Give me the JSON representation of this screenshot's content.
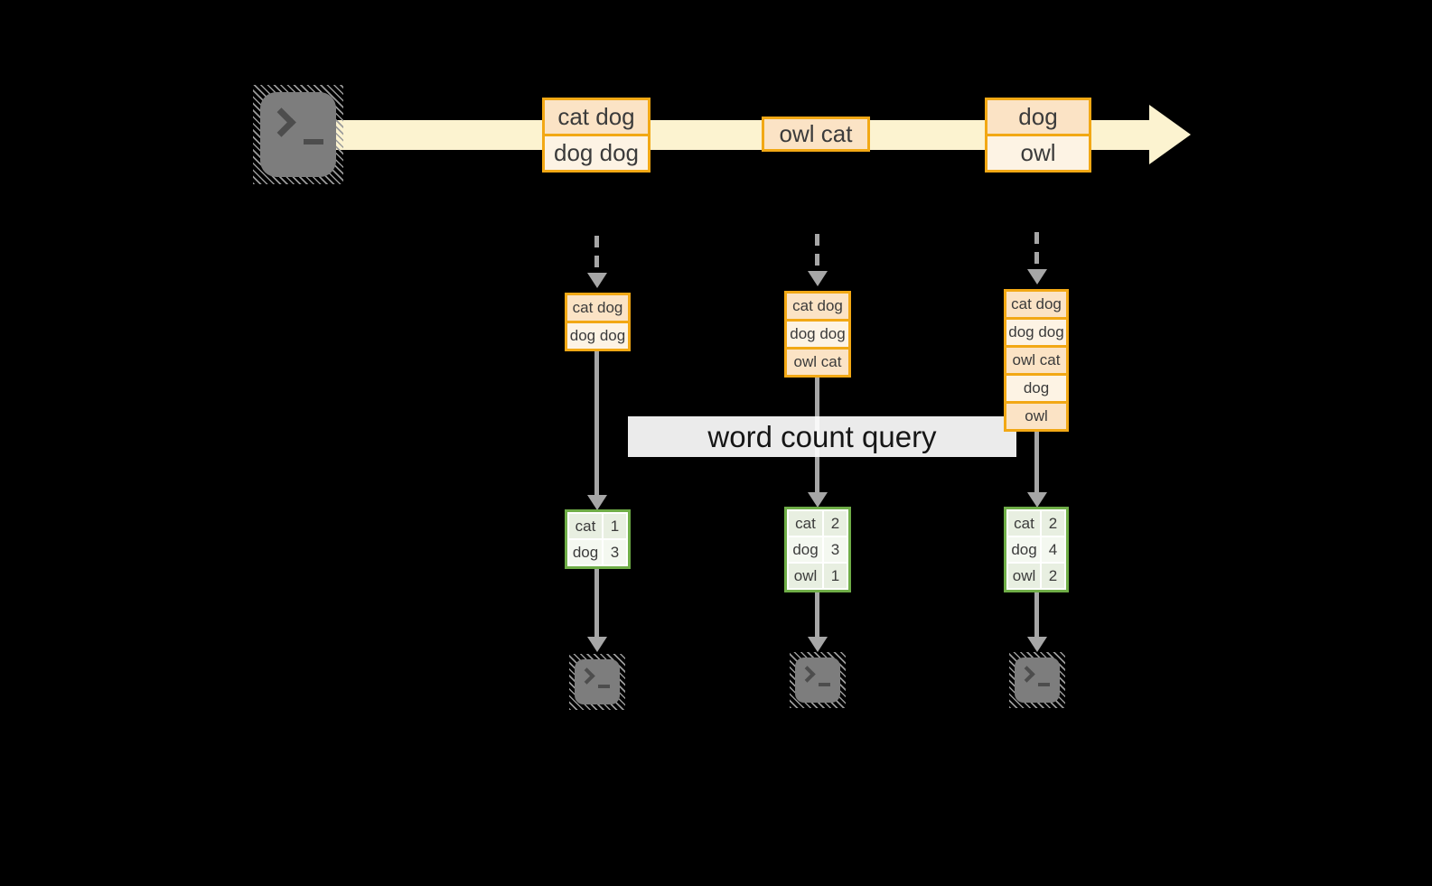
{
  "diagram": {
    "title_hint": "streaming word count dataflow",
    "query_label": "word count query"
  },
  "stream": {
    "messages": [
      [
        "cat dog",
        "dog dog"
      ],
      [
        "owl cat"
      ],
      [
        "dog",
        "owl"
      ]
    ]
  },
  "columns": [
    {
      "buffer": [
        "cat dog",
        "dog dog"
      ],
      "counts": [
        [
          "cat",
          "1"
        ],
        [
          "dog",
          "3"
        ]
      ]
    },
    {
      "buffer": [
        "cat dog",
        "dog dog",
        "owl cat"
      ],
      "counts": [
        [
          "cat",
          "2"
        ],
        [
          "dog",
          "3"
        ],
        [
          "owl",
          "1"
        ]
      ]
    },
    {
      "buffer": [
        "cat dog",
        "dog dog",
        "owl cat",
        "dog",
        "owl"
      ],
      "counts": [
        [
          "cat",
          "2"
        ],
        [
          "dog",
          "4"
        ],
        [
          "owl",
          "2"
        ]
      ]
    }
  ],
  "icons": {
    "source": "terminal-prompt-icon",
    "sinks": [
      "terminal-prompt-icon",
      "terminal-prompt-icon",
      "terminal-prompt-icon"
    ],
    "stream_arrow": "right-arrow",
    "flow_arrows": "down-arrow"
  },
  "colors": {
    "background": "#000000",
    "record_border": "#F2A815",
    "record_fill_dark": "#FBE3C5",
    "record_fill_light": "#FDF3E4",
    "stream_band": "#FCF3D0",
    "table_border": "#6FAD47",
    "table_cell": "#E8EFE1",
    "table_cell_alt": "#F4F8F0",
    "arrow_gray": "#A6A6A6",
    "terminal_gray": "#7D7D7D",
    "query_box": "#FFFFFF"
  }
}
